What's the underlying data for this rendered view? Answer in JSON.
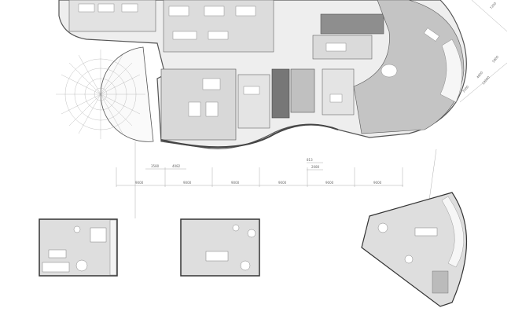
{
  "drawing": {
    "type": "architectural-floor-plan",
    "colors": {
      "wall": "#444444",
      "room_light": "#e6e6e6",
      "room_mid": "#c8c8c8",
      "room_dark": "#8e8e8e",
      "line": "#999999"
    },
    "bottom_dimensions": [
      "9000",
      "9000",
      "9000",
      "9000",
      "9000",
      "9000"
    ],
    "upper_dimensions": [
      "3580",
      "4082"
    ],
    "right_upper_dimensions": [
      "813",
      "2080"
    ],
    "side_dimensions": [
      "7200",
      "5800",
      "4800",
      "12000",
      "3280"
    ]
  }
}
